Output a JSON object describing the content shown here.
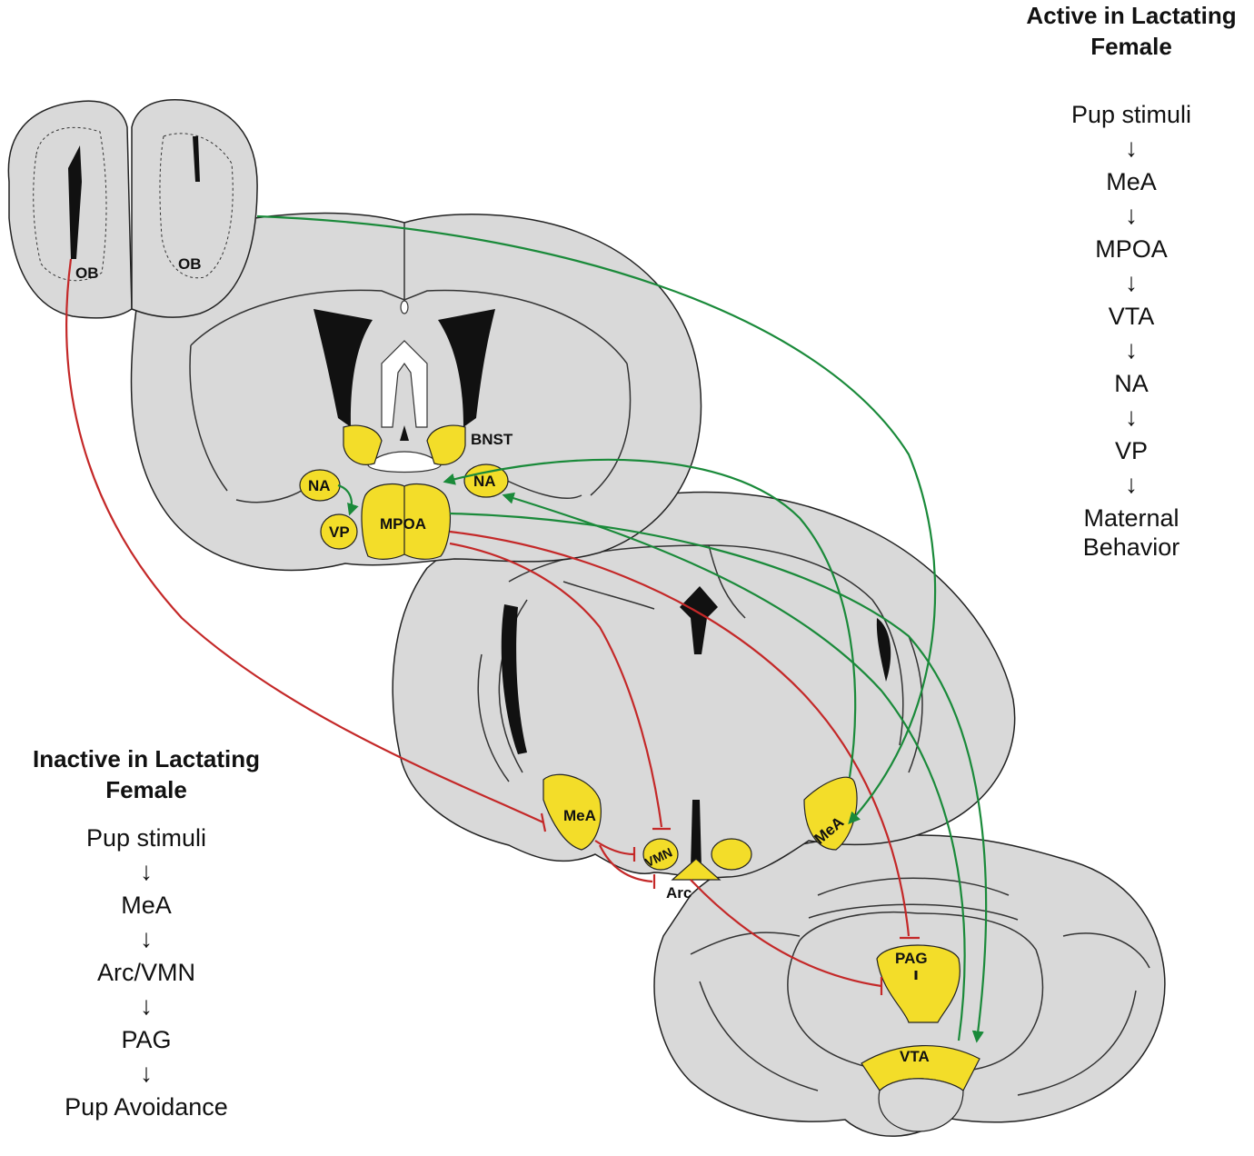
{
  "regions": {
    "ob_left": "OB",
    "ob_right": "OB",
    "bnst": "BNST",
    "na_left": "NA",
    "na_right": "NA",
    "vp": "VP",
    "mpoa": "MPOA",
    "mea_left": "MeA",
    "mea_right": "MeA",
    "vmn": "VMN",
    "arc": "Arc",
    "pag": "PAG",
    "vta": "VTA"
  },
  "active_flow": {
    "title": "Active in Lactating\nFemale",
    "steps": [
      "Pup stimuli",
      "MeA",
      "MPOA",
      "VTA",
      "NA",
      "VP",
      "Maternal\nBehavior"
    ]
  },
  "inactive_flow": {
    "title": "Inactive in Lactating\nFemale",
    "steps": [
      "Pup stimuli",
      "MeA",
      "Arc/VMN",
      "PAG",
      "Pup Avoidance"
    ]
  },
  "colors": {
    "tissue": "#d9d9d9",
    "nucleus": "#f3dd29",
    "excitatory_pathway": "#1a8a3a",
    "inhibitory_pathway": "#c42828",
    "ventricle": "#111111"
  },
  "arrow_glyph": "↓"
}
